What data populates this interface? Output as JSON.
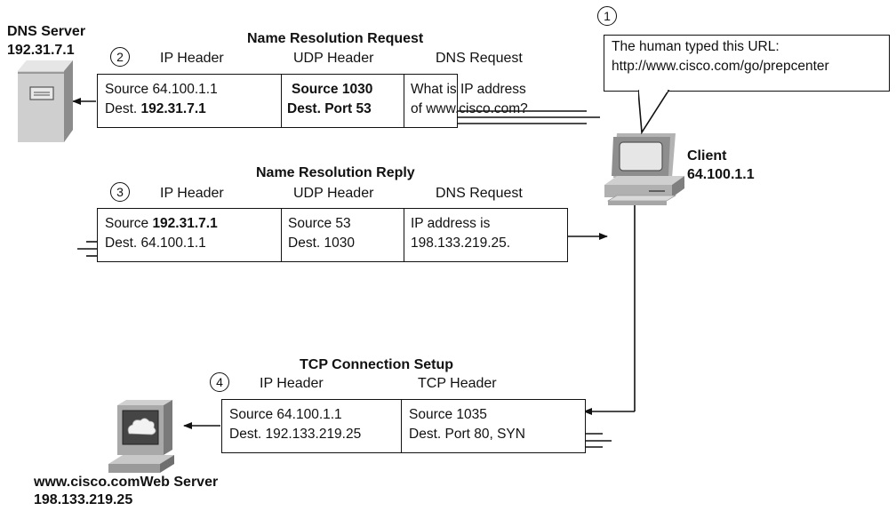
{
  "dns_server": {
    "name": "DNS Server",
    "ip": "192.31.7.1"
  },
  "client": {
    "name": "Client",
    "ip": "64.100.1.1"
  },
  "web_server": {
    "name": "www.cisco.comWeb Server",
    "ip": "198.133.219.25"
  },
  "bubble": {
    "number": "1",
    "line1": "The human typed this URL:",
    "line2": "http://www.cisco.com/go/prepcenter"
  },
  "request": {
    "number": "2",
    "title": "Name Resolution Request",
    "headers": [
      "IP Header",
      "UDP Header",
      "DNS Request"
    ],
    "ip_src_label": "Source",
    "ip_src": "64.100.1.1",
    "ip_dst_label": "Dest.",
    "ip_dst": "192.31.7.1",
    "udp_src": "Source 1030",
    "udp_dst": "Dest. Port 53",
    "dns_line1": "What is IP address",
    "dns_line2": "of www.cisco.com?"
  },
  "reply": {
    "number": "3",
    "title": "Name Resolution Reply",
    "headers": [
      "IP Header",
      "UDP Header",
      "DNS Request"
    ],
    "ip_src_label": "Source",
    "ip_src": "192.31.7.1",
    "ip_dst": "Dest. 64.100.1.1",
    "udp_src": "Source 53",
    "udp_dst": "Dest. 1030",
    "dns_line1": "IP address is",
    "dns_line2": "198.133.219.25."
  },
  "tcp": {
    "number": "4",
    "title": "TCP Connection Setup",
    "headers": [
      "IP Header",
      "TCP Header"
    ],
    "ip_src": "Source 64.100.1.1",
    "ip_dst": "Dest. 192.133.219.25",
    "tcp_src": "Source 1035",
    "tcp_dst": "Dest. Port 80, SYN"
  },
  "colors": {
    "line": "#111111",
    "device_light": "#d9d9d9",
    "device_mid": "#a6a6a6",
    "device_dark": "#555555"
  }
}
